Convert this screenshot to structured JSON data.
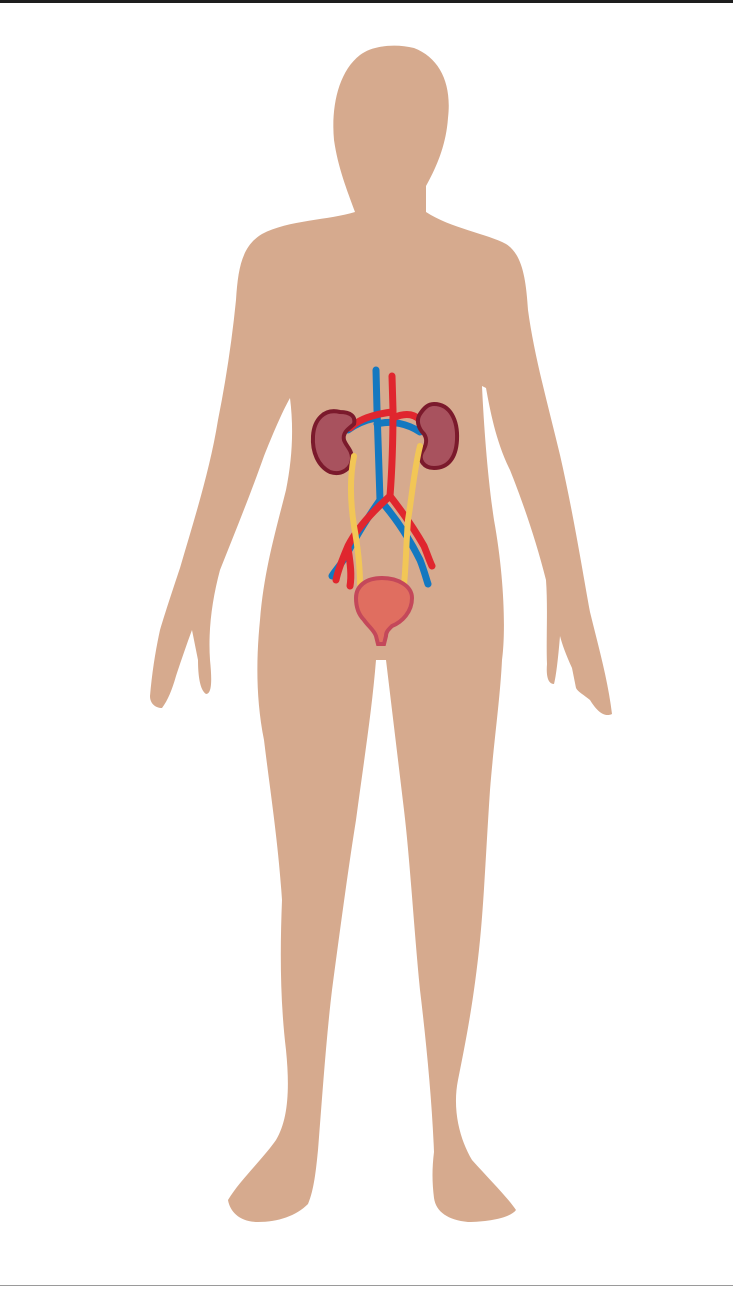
{
  "colors": {
    "background": "#ffffff",
    "frame": "#1e1e1e",
    "skin": "#d6aa8e",
    "kidney_fill": "#a8525e",
    "kidney_outline": "#7b1a2c",
    "artery": "#e0262e",
    "vein": "#1478c0",
    "ureter": "#f2c656",
    "bladder_fill": "#e06e60",
    "bladder_outline": "#c4485a"
  },
  "icons": [
    "human-body-silhouette",
    "kidney-icon",
    "aorta",
    "vena-cava",
    "ureter",
    "bladder-icon"
  ]
}
